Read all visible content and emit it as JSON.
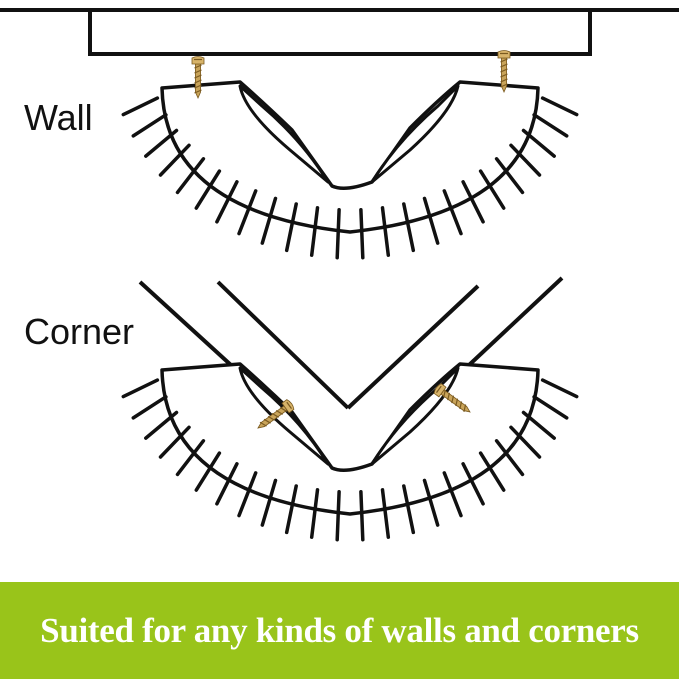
{
  "labels": {
    "wall": "Wall",
    "corner": "Corner"
  },
  "banner": {
    "text": "Suited for any kinds of walls and corners",
    "background": "#99c41a",
    "text_color": "#ffffff"
  },
  "colors": {
    "line": "#111111",
    "screw": "#c9a45a",
    "screw_dark": "#8a6a2a"
  },
  "icons": {
    "mounted_item": "fan-shaped spiky holder",
    "fastener": "screw-icon"
  }
}
